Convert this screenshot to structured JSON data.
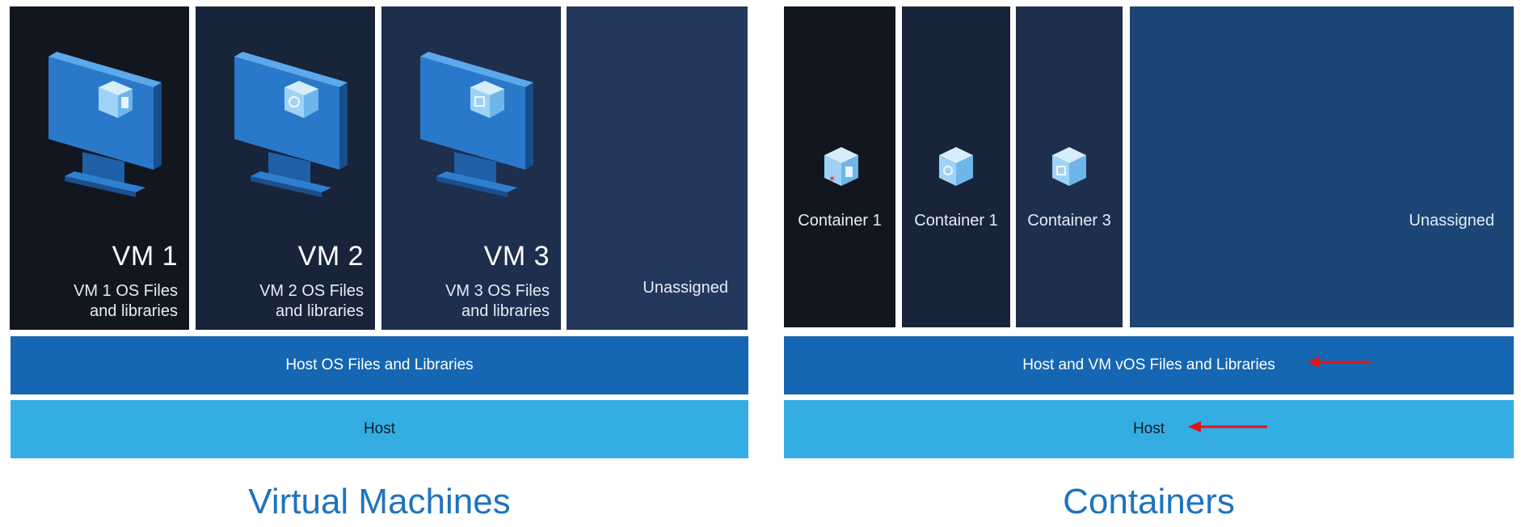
{
  "left": {
    "vms": [
      {
        "title": "VM 1",
        "sub1": "VM 1 OS Files",
        "sub2": "and libraries"
      },
      {
        "title": "VM 2",
        "sub1": "VM 2 OS Files",
        "sub2": "and libraries"
      },
      {
        "title": "VM 3",
        "sub1": "VM 3 OS Files",
        "sub2": "and libraries"
      }
    ],
    "unassigned": "Unassigned",
    "os_band": "Host OS Files and Libraries",
    "host_band": "Host",
    "caption": "Virtual Machines"
  },
  "right": {
    "containers": [
      {
        "label": "Container 1"
      },
      {
        "label": "Container 1"
      },
      {
        "label": "Container 3"
      }
    ],
    "unassigned": "Unassigned",
    "os_band": "Host and VM vOS Files and Libraries",
    "host_band": "Host",
    "caption": "Containers"
  },
  "colors": {
    "panel1": "#12171f",
    "panel2": "#18243a",
    "panel3": "#1e2e4d",
    "panel4": "#24375c",
    "ct_unassigned": "#1b4676",
    "os_band": "#1566b3",
    "host_band": "#34aee2",
    "caption": "#1f73bd",
    "arrow": "#e1141c"
  },
  "icons": {
    "vm": "monitor-with-cube-icon",
    "container": "cube-icon",
    "annotation": "red-arrow-icon"
  }
}
